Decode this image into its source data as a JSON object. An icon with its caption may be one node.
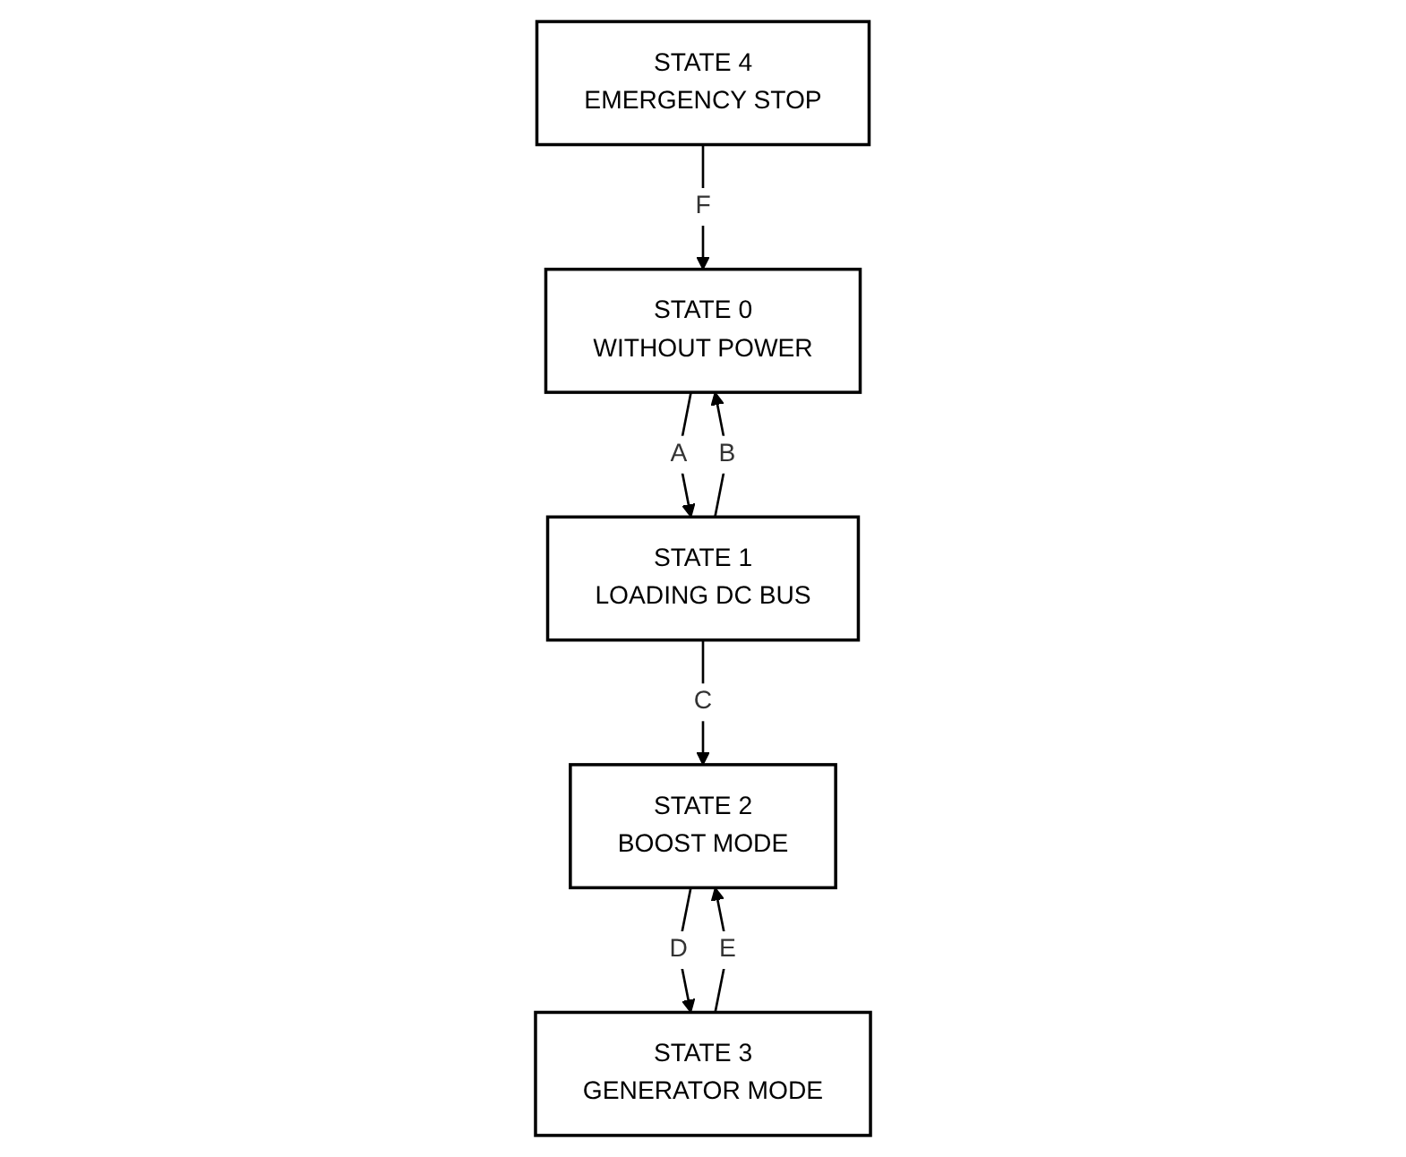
{
  "diagram": {
    "nodes": [
      {
        "text": [
          "STATE 0",
          "WITHOUT POWER"
        ]
      },
      {
        "text": [
          "STATE 1",
          "LOADING DC BUS"
        ]
      },
      {
        "text": [
          "STATE 2",
          "BOOST MODE"
        ]
      },
      {
        "text": [
          "STATE 3",
          "GENERATOR MODE"
        ]
      },
      {
        "text": [
          "STATE 4",
          "EMERGENCY STOP"
        ]
      }
    ],
    "edges": [
      {
        "from": 0,
        "to": 1,
        "arrow": "to",
        "label": "A"
      },
      {
        "from": 1,
        "to": 0,
        "arrow": "to",
        "label": "B"
      },
      {
        "from": 1,
        "to": 2,
        "arrow": "to",
        "label": "C"
      },
      {
        "from": 2,
        "to": 3,
        "arrow": "to",
        "label": "D"
      },
      {
        "from": 3,
        "to": 2,
        "arrow": "to",
        "label": "E"
      },
      {
        "from": 4,
        "to": 0,
        "arrow": "to",
        "label": "F"
      }
    ]
  }
}
